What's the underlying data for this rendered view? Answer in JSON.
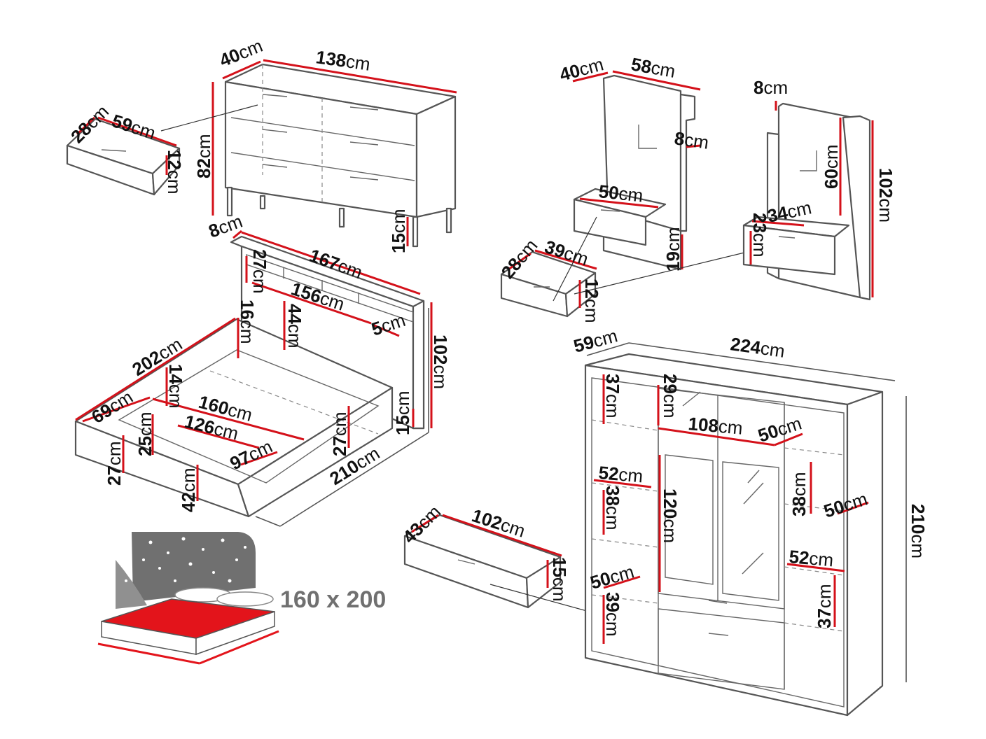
{
  "colors": {
    "dimension_line": "#d4111a",
    "outline": "#555555",
    "mattress": "#e3141b",
    "headboard": "#707070"
  },
  "unit": "cm",
  "dresser": {
    "depth": "40",
    "width": "138",
    "height": "82",
    "leg": "15",
    "drawer": {
      "depth": "28",
      "width": "59",
      "height": "12"
    }
  },
  "nightstand_large": {
    "depth": "40",
    "width": "58",
    "thickness": "8",
    "drawer_width": "50",
    "drawer_height": "19",
    "drawer": {
      "depth": "28",
      "width": "39",
      "height": "12"
    }
  },
  "nightstand_small": {
    "thickness": "8",
    "panel": "60",
    "height": "102",
    "drawer_width": "34",
    "drawer_height": "23"
  },
  "bed": {
    "thickness": "8",
    "headboard_width": "167",
    "shelf_height": "27",
    "shelf_width": "156",
    "panel": "44",
    "shelf_depth": "5",
    "headboard_height": "102",
    "top_gap": "16",
    "length": "202",
    "inner": "14",
    "side": "69",
    "mattress_width": "160",
    "box_width": "126",
    "box_depth": "97",
    "box_height": "25",
    "frame": "27",
    "inner_frame": "27",
    "leg": "15",
    "outer_length": "210",
    "total_height": "42",
    "frame_height": "27",
    "size_label": "160 x 200"
  },
  "wardrobe_drawer": {
    "depth": "43",
    "width": "102",
    "height": "15"
  },
  "wardrobe": {
    "depth": "59",
    "width": "224",
    "height": "210",
    "shelf_top": "37",
    "top_left": "29",
    "middle": "108",
    "depth_top": "50",
    "left_shelf": "52",
    "left_mid": "38",
    "hang": "120",
    "right_mid": "38",
    "right_depth": "50",
    "right_shelf": "52",
    "right_low": "37",
    "left_depth": "50",
    "left_low": "39"
  }
}
